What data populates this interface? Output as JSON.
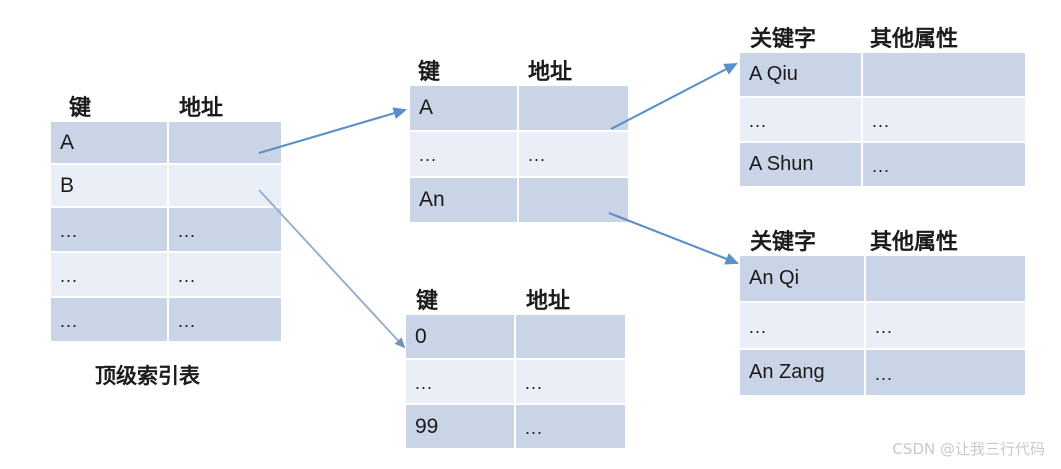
{
  "diagram": {
    "title_caption": "顶级索引表",
    "watermark": "CSDN @让我三行代码",
    "colors": {
      "row_dark": "#c9d4e6",
      "row_light": "#e9eef7",
      "arrow": "#5b8fc9",
      "text": "#1b1b1b",
      "watermark": "#c9c9c9",
      "background": "#ffffff"
    },
    "headers": {
      "key": "键",
      "address": "地址",
      "keyword": "关键字",
      "other_attributes": "其他属性"
    },
    "tables": {
      "top_index": {
        "name": "顶级索引表",
        "columns": [
          "键",
          "地址"
        ],
        "rows": [
          [
            "A",
            ""
          ],
          [
            "B",
            ""
          ],
          [
            "...",
            "..."
          ],
          [
            "...",
            "..."
          ],
          [
            "...",
            "..."
          ]
        ]
      },
      "second_level_a": {
        "columns": [
          "键",
          "地址"
        ],
        "rows": [
          [
            "A",
            ""
          ],
          [
            "...",
            "..."
          ],
          [
            "An",
            ""
          ]
        ]
      },
      "second_level_num": {
        "columns": [
          "键",
          "地址"
        ],
        "rows": [
          [
            "0",
            ""
          ],
          [
            "...",
            "..."
          ],
          [
            "99",
            "..."
          ]
        ]
      },
      "leaf_a": {
        "columns": [
          "关键字",
          "其他属性"
        ],
        "rows": [
          [
            "A Qiu",
            ""
          ],
          [
            "...",
            "..."
          ],
          [
            "A Shun",
            "..."
          ]
        ]
      },
      "leaf_an": {
        "columns": [
          "关键字",
          "其他属性"
        ],
        "rows": [
          [
            "An Qi",
            ""
          ],
          [
            "...",
            "..."
          ],
          [
            "An Zang",
            "..."
          ]
        ]
      }
    },
    "arrows": [
      {
        "from": "top_index.row_A.address",
        "to": "second_level_a.row_A"
      },
      {
        "from": "top_index.row_B.address",
        "to": "second_level_num.row_0"
      },
      {
        "from": "second_level_a.row_A.address",
        "to": "leaf_a.row_A_Qiu"
      },
      {
        "from": "second_level_a.row_An.address",
        "to": "leaf_an.row_An_Qi"
      }
    ]
  }
}
